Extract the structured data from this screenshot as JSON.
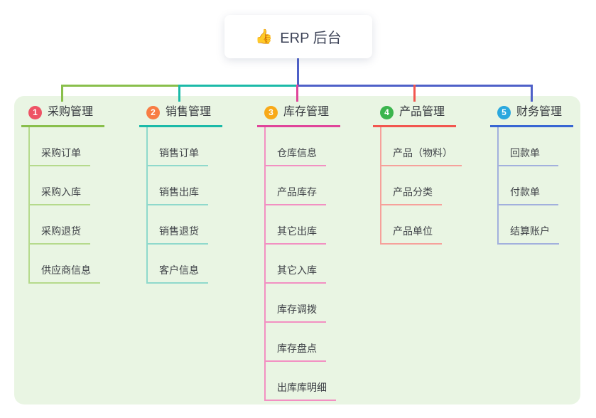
{
  "root": {
    "icon": "👍",
    "title": "ERP 后台",
    "line_color": "#4e60c8"
  },
  "branches": [
    {
      "badge": "1",
      "title": "采购管理",
      "badge_color": "#ee5365",
      "line_color": "#89bf4b",
      "light_color": "#b5da8c",
      "children": [
        "采购订单",
        "采购入库",
        "采购退货",
        "供应商信息"
      ]
    },
    {
      "badge": "2",
      "title": "销售管理",
      "badge_color": "#f87d44",
      "line_color": "#1bbaa8",
      "light_color": "#8fd9cc",
      "children": [
        "销售订单",
        "销售出库",
        "销售退货",
        "客户信息"
      ]
    },
    {
      "badge": "3",
      "title": "库存管理",
      "badge_color": "#f8a918",
      "line_color": "#e0459a",
      "light_color": "#f290c2",
      "children": [
        "仓库信息",
        "产品库存",
        "其它出库",
        "其它入库",
        "库存调拨",
        "库存盘点",
        "出库库明细"
      ]
    },
    {
      "badge": "4",
      "title": "产品管理",
      "badge_color": "#3bb54d",
      "line_color": "#f2564f",
      "light_color": "#f6a19b",
      "children": [
        "产品（物料）",
        "产品分类",
        "产品单位"
      ]
    },
    {
      "badge": "5",
      "title": "财务管理",
      "badge_color": "#2aa8de",
      "line_color": "#3866d3",
      "light_color": "#a2b0dd",
      "children": [
        "回款单",
        "付款单",
        "结算账户"
      ]
    }
  ],
  "colors": {
    "page_bg": "#ffffff",
    "container_bg": "#e9f5e3",
    "text": "#3e4147"
  }
}
